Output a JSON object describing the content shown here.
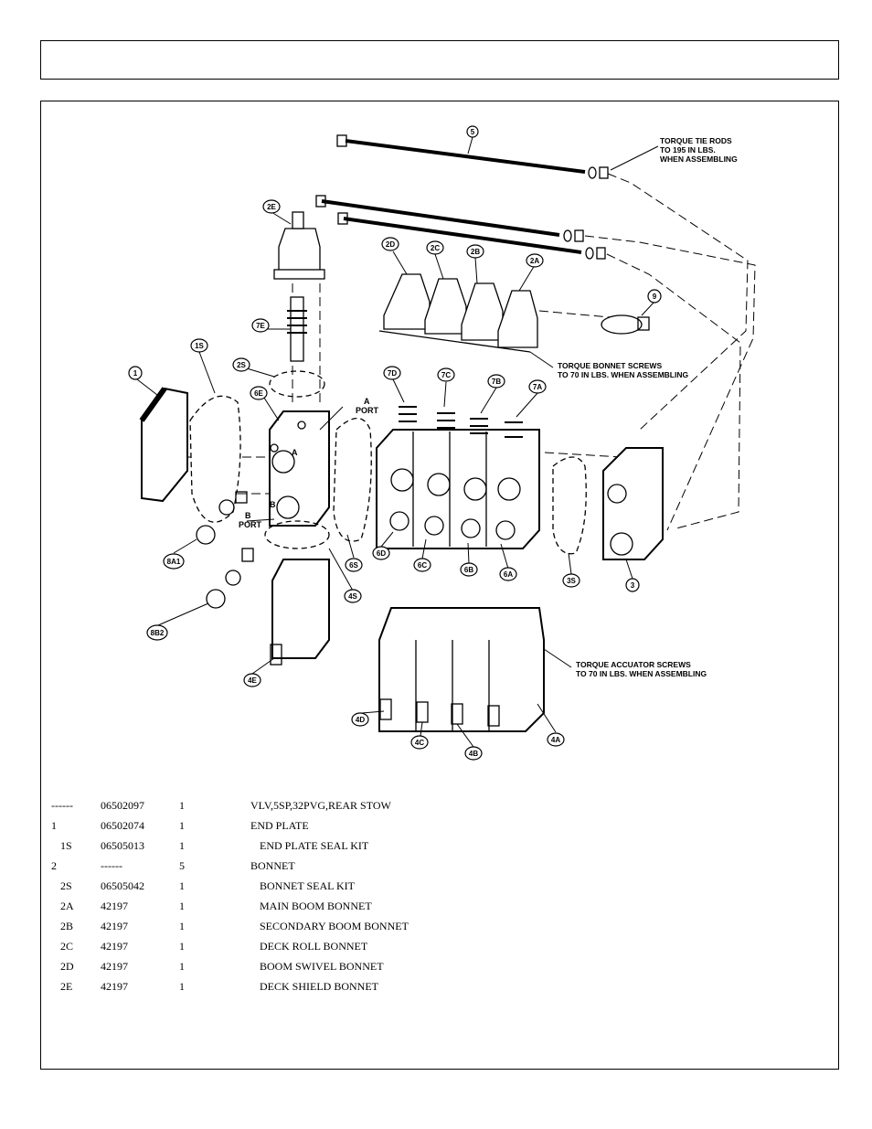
{
  "callouts": {
    "c1": "1",
    "c1s": "1S",
    "c2a": "2A",
    "c2b": "2B",
    "c2c": "2C",
    "c2d": "2D",
    "c2e": "2E",
    "c2s": "2S",
    "c3": "3",
    "c3s": "3S",
    "c4a": "4A",
    "c4b": "4B",
    "c4c": "4C",
    "c4d": "4D",
    "c4e": "4E",
    "c4s": "4S",
    "c5": "5",
    "c6a": "6A",
    "c6b": "6B",
    "c6c": "6C",
    "c6d": "6D",
    "c6e": "6E",
    "c6s": "6S",
    "c7a": "7A",
    "c7b": "7B",
    "c7c": "7C",
    "c7d": "7D",
    "c7e": "7E",
    "c8a1": "8A1",
    "c8b2": "8B2",
    "c9": "9"
  },
  "notes": {
    "tie_rods_1": "TORQUE TIE RODS",
    "tie_rods_2": "TO 195 IN LBS.",
    "tie_rods_3": "WHEN ASSEMBLING",
    "bonnet_1": "TORQUE BONNET SCREWS",
    "bonnet_2": "TO 70 IN LBS. WHEN ASSEMBLING",
    "actuator_1": "TORQUE ACCUATOR SCREWS",
    "actuator_2": "TO 70 IN LBS. WHEN ASSEMBLING",
    "a_port_1": "A",
    "a_port_2": "PORT",
    "b_port_1": "B",
    "b_port_2": "PORT",
    "letter_a": "A",
    "letter_b": "B"
  },
  "parts": [
    {
      "ref": "------",
      "part": "06502097",
      "qty": "1",
      "desc": "VLV,5SP,32PVG,REAR STOW"
    },
    {
      "ref": "1",
      "part": "06502074",
      "qty": "1",
      "desc": "END PLATE"
    },
    {
      "ref": "1S",
      "part": "06505013",
      "qty": "1",
      "desc": "END PLATE SEAL KIT"
    },
    {
      "ref": "2",
      "part": "------",
      "qty": "5",
      "desc": "BONNET"
    },
    {
      "ref": "2S",
      "part": "06505042",
      "qty": "1",
      "desc": "BONNET SEAL KIT"
    },
    {
      "ref": "2A",
      "part": "42197",
      "qty": "1",
      "desc": "MAIN BOOM BONNET"
    },
    {
      "ref": "2B",
      "part": "42197",
      "qty": "1",
      "desc": "SECONDARY BOOM BONNET"
    },
    {
      "ref": "2C",
      "part": "42197",
      "qty": "1",
      "desc": "DECK ROLL BONNET"
    },
    {
      "ref": "2D",
      "part": "42197",
      "qty": "1",
      "desc": "BOOM SWIVEL BONNET"
    },
    {
      "ref": "2E",
      "part": "42197",
      "qty": "1",
      "desc": "DECK SHIELD BONNET"
    }
  ]
}
